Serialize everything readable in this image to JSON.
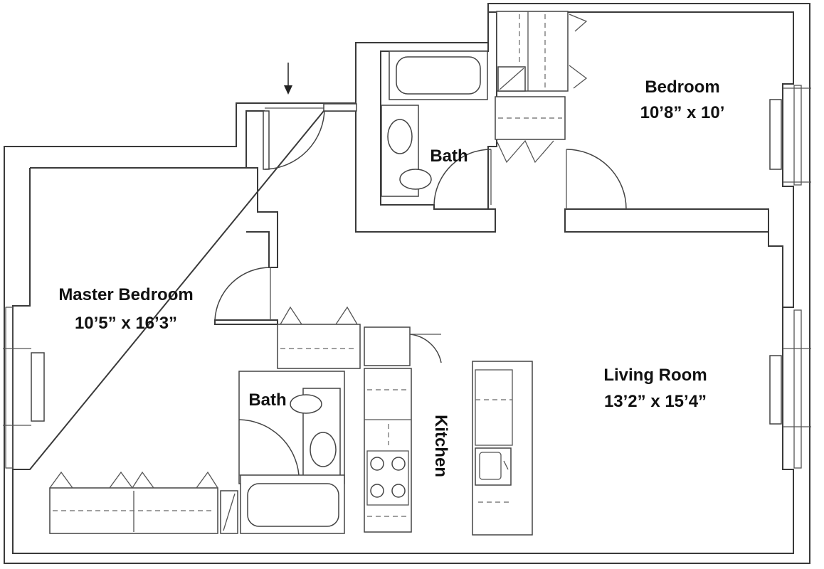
{
  "rooms": {
    "bedroom": {
      "name": "Bedroom",
      "dims": "10’8” x 10’"
    },
    "bath_upper": {
      "name": "Bath"
    },
    "master_bedroom": {
      "name": "Master Bedroom",
      "dims": "10’5” x 16’3”"
    },
    "bath_lower": {
      "name": "Bath"
    },
    "kitchen": {
      "name": "Kitchen"
    },
    "living_room": {
      "name": "Living Room",
      "dims": "13’2” x 15’4”"
    }
  },
  "colors": {
    "line": "#3a3a3a",
    "text": "#111111",
    "background": "#ffffff"
  },
  "symbols": [
    "entry-arrow-icon",
    "door-swing",
    "window",
    "closet",
    "bathtub",
    "toilet",
    "sink",
    "stove",
    "kitchen-sink"
  ]
}
